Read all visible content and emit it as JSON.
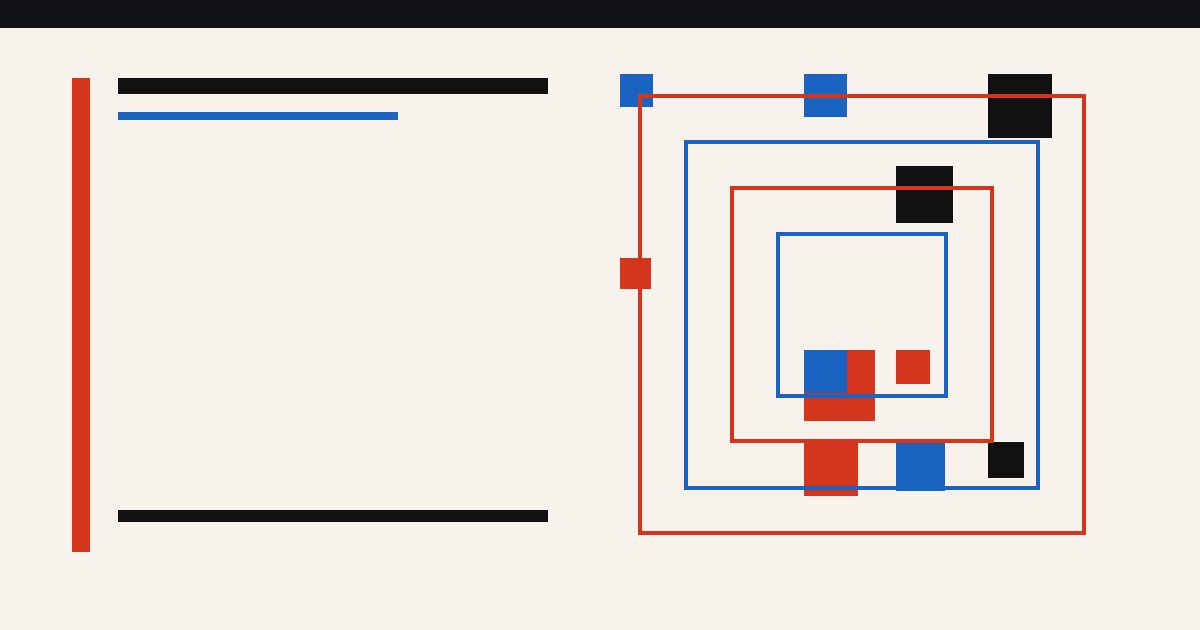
{
  "colors": {
    "background": "#f7f3ec",
    "top_bar": "#111215",
    "red": "#d4351c",
    "blue": "#1a63c0",
    "black": "#111111"
  },
  "composition": {
    "frames": [
      {
        "name": "outer-red-frame",
        "color": "red"
      },
      {
        "name": "blue-frame-2",
        "color": "blue"
      },
      {
        "name": "red-frame-3",
        "color": "red"
      },
      {
        "name": "inner-blue-frame",
        "color": "blue"
      }
    ],
    "blocks": [
      {
        "name": "blue-block-top-left",
        "color": "blue"
      },
      {
        "name": "blue-block-top-center",
        "color": "blue"
      },
      {
        "name": "black-block-top-right",
        "color": "black"
      },
      {
        "name": "red-block-left-edge",
        "color": "red"
      },
      {
        "name": "black-block-inner-top",
        "color": "black"
      },
      {
        "name": "red-block-center-wide",
        "color": "red"
      },
      {
        "name": "blue-block-center",
        "color": "blue"
      },
      {
        "name": "red-block-center-small",
        "color": "red"
      },
      {
        "name": "red-block-bottom",
        "color": "red"
      },
      {
        "name": "blue-block-bottom",
        "color": "blue"
      },
      {
        "name": "black-block-bottom-right",
        "color": "black"
      }
    ]
  }
}
